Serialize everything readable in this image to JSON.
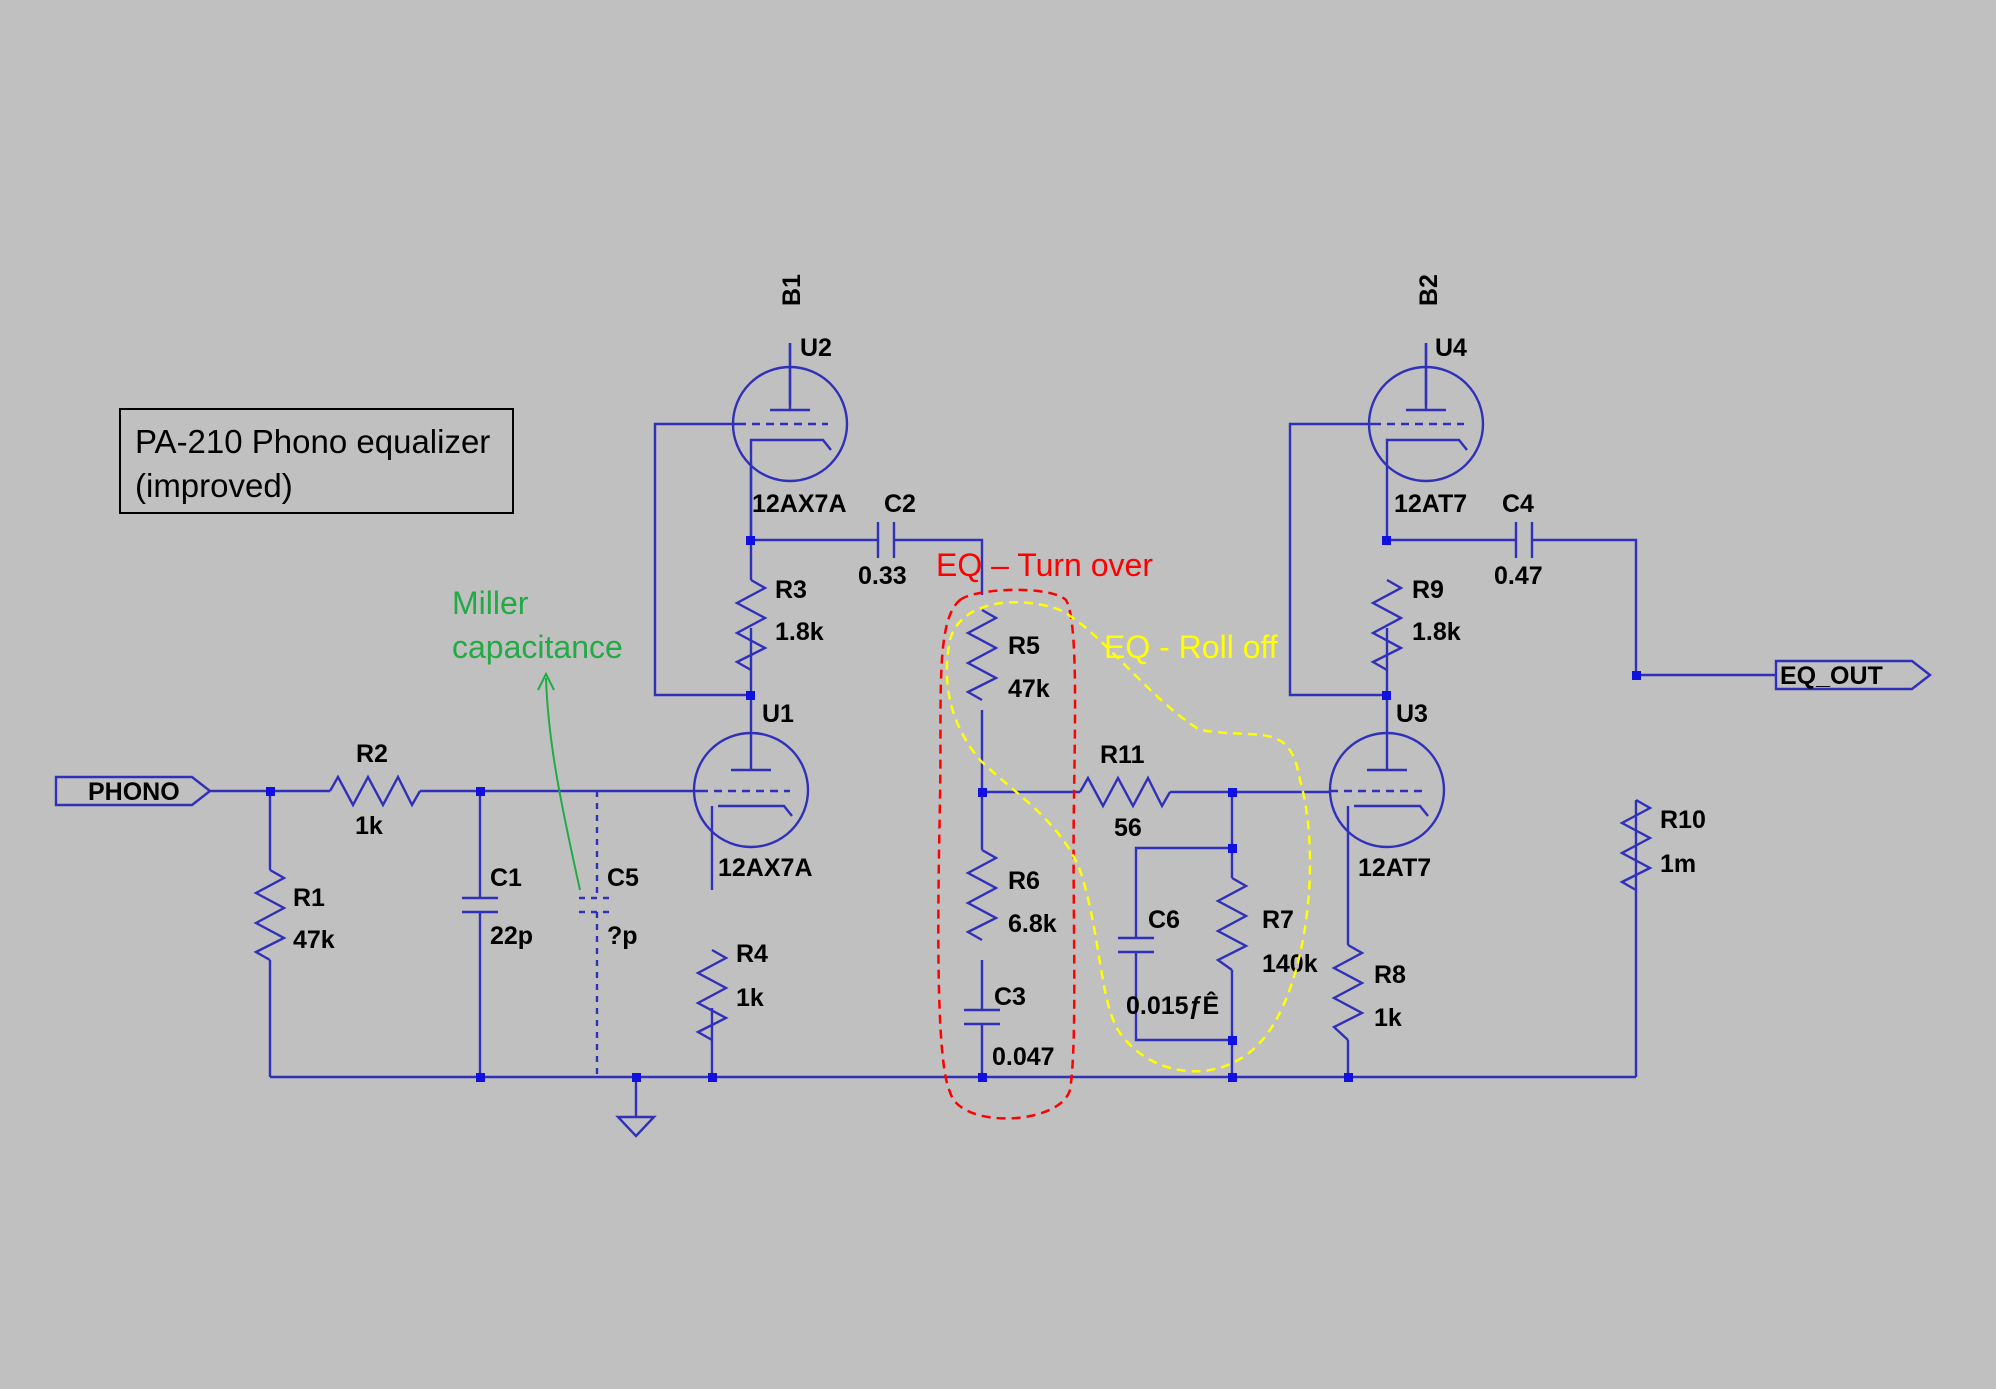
{
  "title": {
    "line1": "PA-210 Phono equalizer",
    "line2": "(improved)"
  },
  "ports": {
    "input": "PHONO",
    "output": "EQ_OUT"
  },
  "supplies": {
    "b1": "B1",
    "b2": "B2"
  },
  "tubes": [
    {
      "ref": "U1",
      "type": "12AX7A"
    },
    {
      "ref": "U2",
      "type": "12AX7A"
    },
    {
      "ref": "U3",
      "type": "12AT7"
    },
    {
      "ref": "U4",
      "type": "12AT7"
    }
  ],
  "components": {
    "R1": {
      "ref": "R1",
      "value": "47k"
    },
    "R2": {
      "ref": "R2",
      "value": "1k"
    },
    "R3": {
      "ref": "R3",
      "value": "1.8k"
    },
    "R4": {
      "ref": "R4",
      "value": "1k"
    },
    "R5": {
      "ref": "R5",
      "value": "47k"
    },
    "R6": {
      "ref": "R6",
      "value": "6.8k"
    },
    "R7": {
      "ref": "R7",
      "value": "140k"
    },
    "R8": {
      "ref": "R8",
      "value": "1k"
    },
    "R9": {
      "ref": "R9",
      "value": "1.8k"
    },
    "R10": {
      "ref": "R10",
      "value": "1m"
    },
    "R11": {
      "ref": "R11",
      "value": "56"
    },
    "C1": {
      "ref": "C1",
      "value": "22p"
    },
    "C2": {
      "ref": "C2",
      "value": "0.33"
    },
    "C3": {
      "ref": "C3",
      "value": "0.047"
    },
    "C4": {
      "ref": "C4",
      "value": "0.47"
    },
    "C5": {
      "ref": "C5",
      "value": "?p"
    },
    "C6": {
      "ref": "C6",
      "value": "0.015ƒÊ"
    }
  },
  "annotations": {
    "miller_line1": "Miller",
    "miller_line2": "capacitance",
    "turnover": "EQ – Turn over",
    "rolloff": "EQ - Roll off"
  },
  "colors": {
    "wire": "#3030b8",
    "junction": "#1010e0",
    "background": "#c0c0c0",
    "turnover": "#ff0000",
    "rolloff": "#ffff00",
    "miller": "#22aa44"
  }
}
